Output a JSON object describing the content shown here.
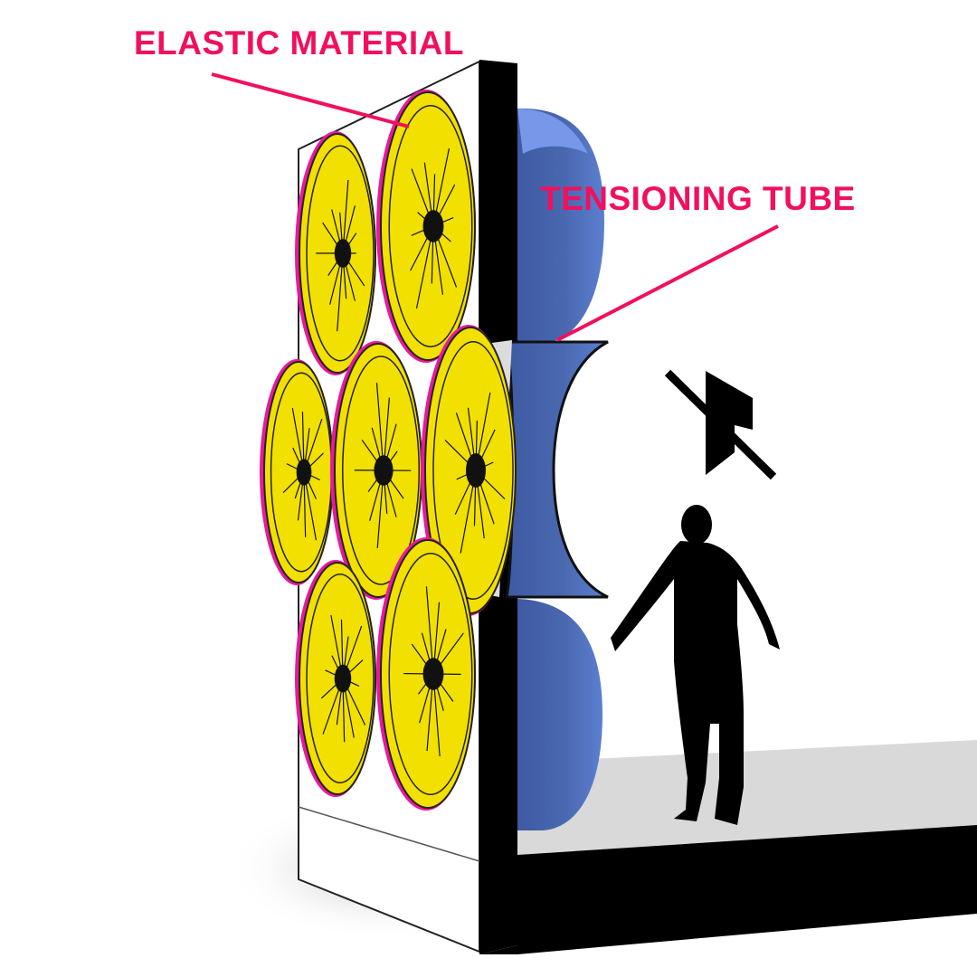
{
  "labels": {
    "elastic_material": "ELASTIC MATERIAL",
    "tensioning_tube": "TENSIONING TUBE"
  },
  "colors": {
    "label": "#f0105e",
    "panel_yellow": "#f2e000",
    "panel_edge": "#e8199c",
    "tube_blue": "#4a68b0",
    "tube_highlight": "#6a8ee0",
    "wall_black": "#000000",
    "box_white": "#ffffff",
    "floor_shadow": "#c8c8c8",
    "silhouette": "#000000"
  },
  "icons": {
    "mute": "speaker-muted-icon",
    "person": "person-silhouette"
  }
}
